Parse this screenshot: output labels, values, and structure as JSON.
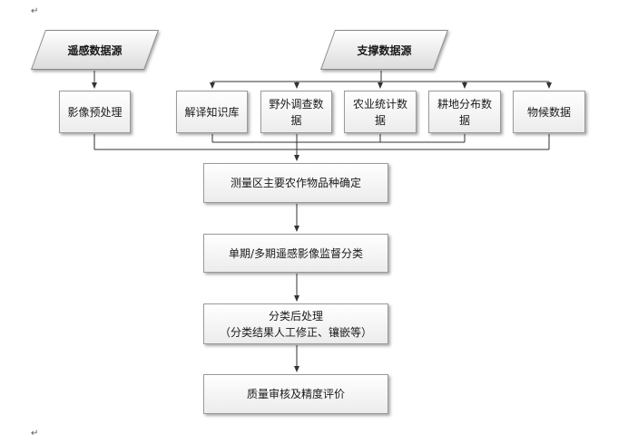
{
  "sources": {
    "remote": "遥感数据源",
    "support": "支撑数据源"
  },
  "inputs": {
    "preprocess": "影像预处理",
    "knowledge_base": "解译知识库",
    "field_survey": "野外调查数据",
    "agri_stats": "农业统计数据",
    "farmland_dist": "耕地分布数据",
    "phenology": "物候数据"
  },
  "steps": {
    "determine_crops": "测量区主要农作物品种确定",
    "classification": "单期/多期遥感影像监督分类",
    "postprocess_line1": "分类后处理",
    "postprocess_line2": "（分类结果人工修正、镶嵌等）",
    "quality": "质量审核及精度评价"
  },
  "marks": {
    "top": "↵",
    "bottom": "↵"
  }
}
